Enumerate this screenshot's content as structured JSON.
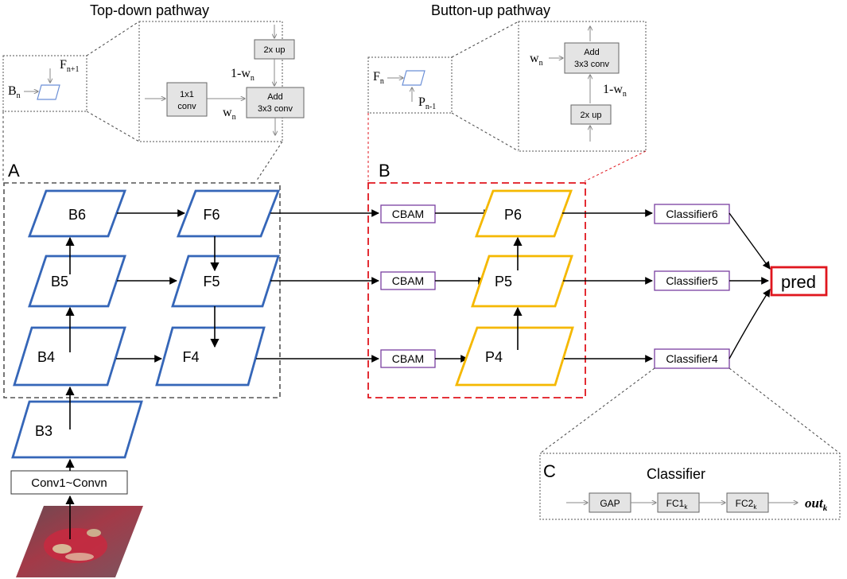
{
  "headings": {
    "top_down": "Top-down pathway",
    "bottom_up": "Button-up pathway",
    "panel_a": "A",
    "panel_b": "B",
    "panel_c": "C"
  },
  "backbone": {
    "b3": "B3",
    "b4": "B4",
    "b5": "B5",
    "b6": "B6",
    "conv": "Conv1~Convn",
    "input_image": "wound-photo"
  },
  "topdown": {
    "f4": "F4",
    "f5": "F5",
    "f6": "F6"
  },
  "bottomup": {
    "cbam": [
      "CBAM",
      "CBAM",
      "CBAM"
    ],
    "p4": "P4",
    "p5": "P5",
    "p6": "P6"
  },
  "classifiers": [
    "Classifier6",
    "Classifier5",
    "Classifier4"
  ],
  "pred": "pred",
  "inset_topdown": {
    "left_b": "B",
    "left_b_sub": "n",
    "left_f": "F",
    "left_f_sub": "n+1",
    "upsample": "2x up",
    "conv1x1_line1": "1x1",
    "conv1x1_line2": "conv",
    "add_line1": "Add",
    "add_line2": "3x3 conv",
    "w": "w",
    "w_sub": "n",
    "one_minus_w": "1-w",
    "one_minus_w_sub": "n"
  },
  "inset_bottomup": {
    "left_f": "F",
    "left_f_sub": "n",
    "left_p": "P",
    "left_p_sub": "n-1",
    "add_line1": "Add",
    "add_line2": "3x3 conv",
    "upsample": "2x up",
    "w": "w",
    "w_sub": "n",
    "one_minus_w": "1-w",
    "one_minus_w_sub": "n"
  },
  "classifier_detail": {
    "title": "Classifier",
    "gap": "GAP",
    "fc1": "FC1",
    "fc1_sub": "k",
    "fc2": "FC2",
    "fc2_sub": "k",
    "out": "out",
    "out_sub": "k"
  },
  "colors": {
    "blue": "#3566b8",
    "yellow": "#f5b800",
    "purple": "#7a3fa0",
    "red": "#e0161e",
    "gray_box": "#e4e4e4"
  }
}
